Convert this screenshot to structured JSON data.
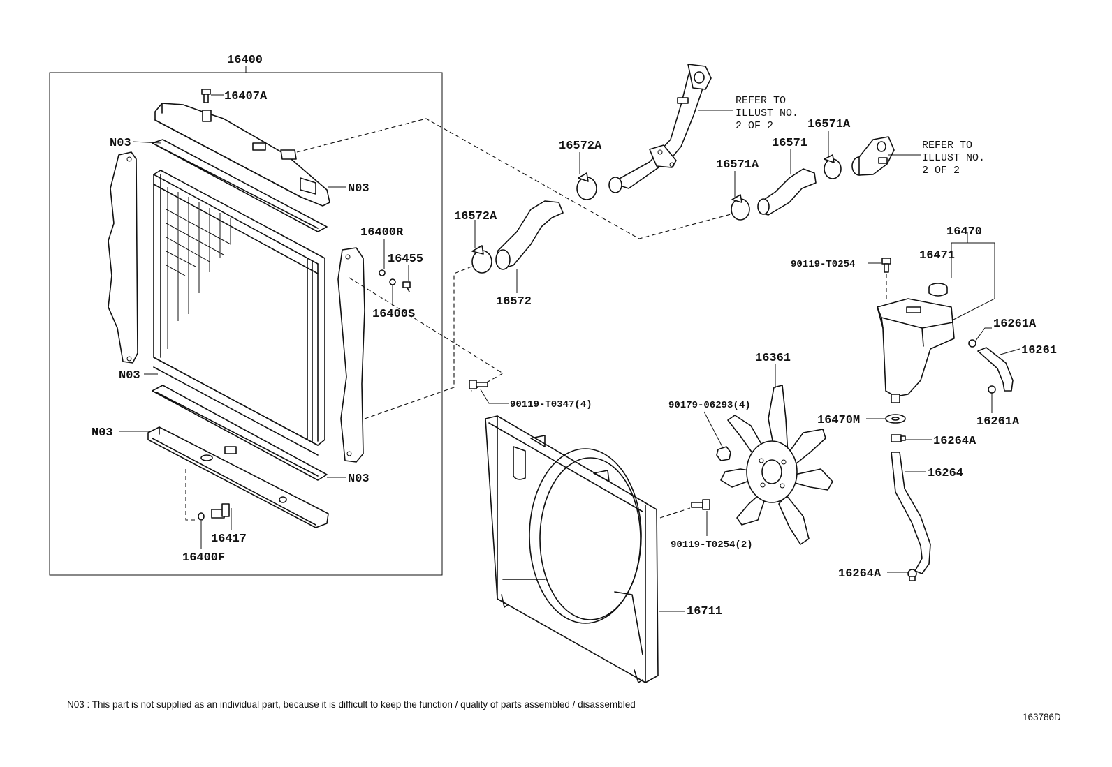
{
  "parts": {
    "radiator_assy": "16400",
    "drain_plug": "16407A",
    "n03_upper_seal": "N03",
    "n03_upper_tank": "N03",
    "n03_core": "N03",
    "n03_lower_tank": "N03",
    "n03_lower_seal": "N03",
    "plug_r": "16400R",
    "cock": "16455",
    "plug_s": "16400S",
    "sensor": "16417",
    "gasket_f": "16400F",
    "clamp_a_upper": "16572A",
    "clamp_a_left": "16572A",
    "hose_upper": "16572",
    "clamp_b_left": "16571A",
    "clamp_b_right": "16571A",
    "hose_lower": "16571",
    "reserve_tank_assy": "16470",
    "reserve_cap": "16471",
    "tank_bolt": "90119-T0254",
    "clamp_c_top": "16261A",
    "clamp_c_bottom": "16261A",
    "hose_c": "16261",
    "grommet": "16470M",
    "clamp_d_top": "16264A",
    "clamp_d_bottom": "16264A",
    "hose_d": "16264",
    "fan": "16361",
    "fan_nut": "90179-06293(4)",
    "bracket_bolt": "90119-T0347(4)",
    "shroud_bolt": "90119-T0254(2)",
    "shroud": "16711"
  },
  "refer_top": [
    "REFER TO",
    "ILLUST NO.",
    "2 OF 2"
  ],
  "refer_right": [
    "REFER TO",
    "ILLUST NO.",
    "2 OF 2"
  ],
  "footnote": "N03 : This part is not supplied as an individual part, because it is difficult to keep the function / quality of parts assembled / disassembled",
  "diagram_id": "163786D"
}
